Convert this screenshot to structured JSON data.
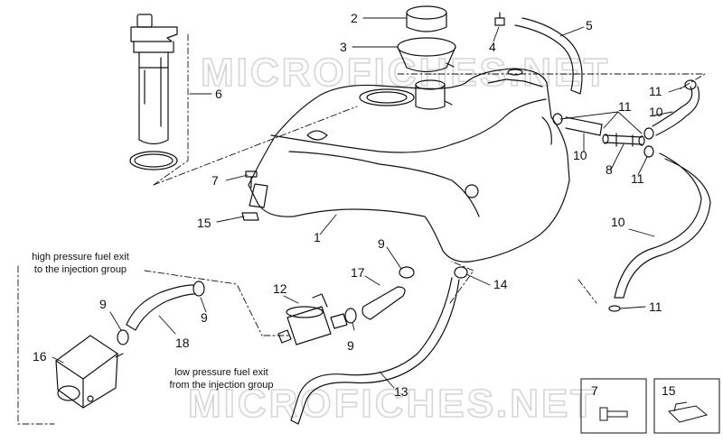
{
  "watermarks": [
    "MICROFICHES.NET",
    "MICROFICHES.NET"
  ],
  "notes": {
    "high_pressure": [
      "high pressure fuel exit",
      "to the injection group"
    ],
    "low_pressure": [
      "low pressure fuel exit",
      "from the injection group"
    ]
  },
  "callouts": {
    "c1": "1",
    "c2": "2",
    "c3": "3",
    "c4": "4",
    "c5": "5",
    "c6": "6",
    "c7": "7",
    "c8": "8",
    "c9a": "9",
    "c9b": "9",
    "c9c": "9",
    "c9d": "9",
    "c10a": "10",
    "c10b": "10",
    "c10c": "10",
    "c11a": "11",
    "c11b": "11",
    "c11c": "11",
    "c11d": "11",
    "c12": "12",
    "c13": "13",
    "c14": "14",
    "c15": "15",
    "c16": "16",
    "c17": "17",
    "c18": "18"
  },
  "insets": {
    "left": "7",
    "right": "15"
  }
}
